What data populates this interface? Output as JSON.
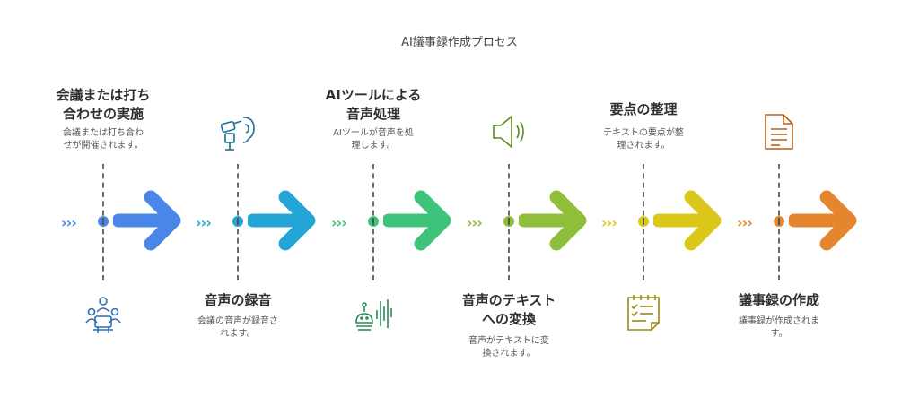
{
  "title": "AI議事録作成プロセス",
  "colors": {
    "blue": "#4a86e8",
    "cyan": "#23a6d5",
    "green": "#3ec47a",
    "lime": "#8fbe3a",
    "yellow": "#dcc81b",
    "orange": "#e5862e"
  },
  "steps": [
    {
      "heading_l1": "会議または打ち",
      "heading_l2": "合わせの実施",
      "desc_l1": "会議または打ち合わ",
      "desc_l2": "せが開催されます。",
      "icon": "meeting-people-icon"
    },
    {
      "heading_l1": "音声の録音",
      "heading_l2": "",
      "desc_l1": "会議の音声が録音さ",
      "desc_l2": "れます。",
      "icon": "ear-microphone-icon"
    },
    {
      "heading_l1": "AIツールによる",
      "heading_l2": "音声処理",
      "desc_l1": "AIツールが音声を処",
      "desc_l2": "理します。",
      "icon": "robot-waveform-icon"
    },
    {
      "heading_l1": "音声のテキスト",
      "heading_l2": "への変換",
      "desc_l1": "音声がテキストに変",
      "desc_l2": "換されます。",
      "icon": "speaker-icon"
    },
    {
      "heading_l1": "要点の整理",
      "heading_l2": "",
      "desc_l1": "テキストの要点が整",
      "desc_l2": "理されます。",
      "icon": "checklist-icon"
    },
    {
      "heading_l1": "議事録の作成",
      "heading_l2": "",
      "desc_l1": "議事録が作成されま",
      "desc_l2": "す。",
      "icon": "document-icon"
    }
  ]
}
